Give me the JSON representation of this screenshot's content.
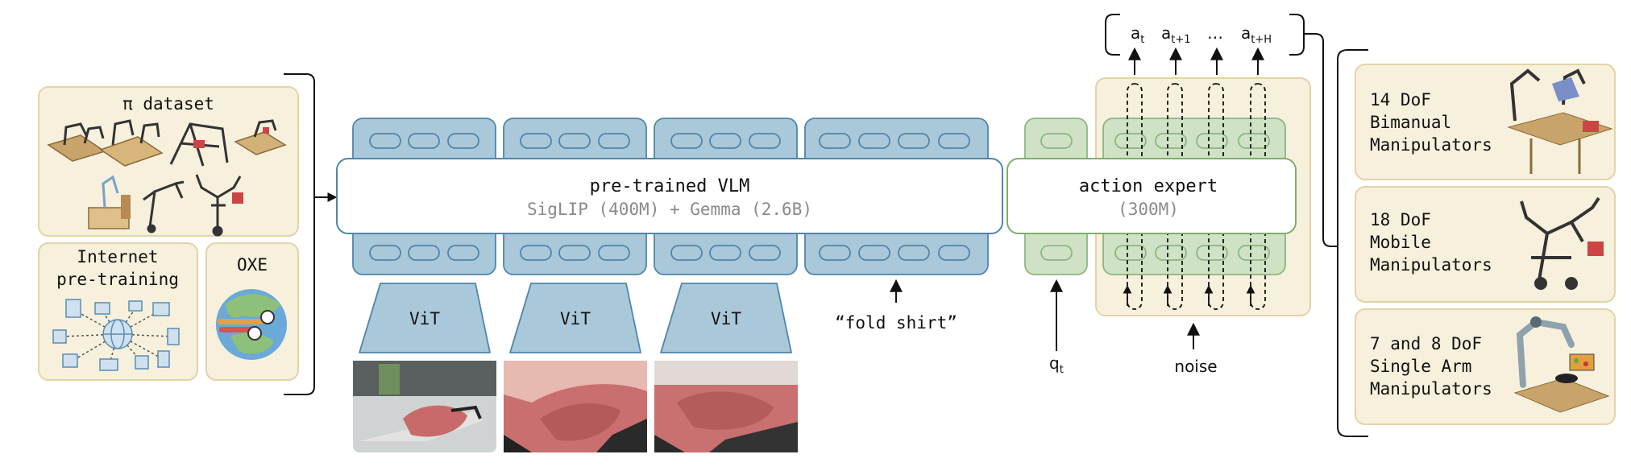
{
  "left_panel": {
    "pi_dataset": {
      "title": "π dataset"
    },
    "internet": {
      "title_line1": "Internet",
      "title_line2": "pre-training"
    },
    "oxe": {
      "title": "OXE"
    }
  },
  "vlm": {
    "title": "pre-trained VLM",
    "subtitle": "SigLIP (400M) + Gemma (2.6B)"
  },
  "encoders": {
    "vit_labels": [
      "ViT",
      "ViT",
      "ViT"
    ]
  },
  "prompt": {
    "text": "“fold shirt”"
  },
  "action_expert": {
    "title": "action expert",
    "subtitle": "(300M)"
  },
  "inputs": {
    "state_label": "q",
    "state_sub": "t",
    "noise_label": "noise"
  },
  "actions": {
    "items": [
      {
        "base": "a",
        "sub": "t"
      },
      {
        "base": "a",
        "sub": "t+1"
      },
      {
        "base": "…",
        "sub": ""
      },
      {
        "base": "a",
        "sub": "t+H"
      }
    ]
  },
  "robots": [
    {
      "line1": "14 DoF",
      "line2": "Bimanual",
      "line3": "Manipulators"
    },
    {
      "line1": "18 DoF",
      "line2": "Mobile",
      "line3": "Manipulators"
    },
    {
      "line1": "7 and 8 DoF",
      "line2": "Single Arm",
      "line3": "Manipulators"
    }
  ],
  "colors": {
    "cream_fill": "#f6f0dc",
    "cream_stroke": "#e3d3a8",
    "blue_fill": "#a9c8da",
    "blue_stroke": "#4f86a8",
    "green_fill": "#cfe2c6",
    "green_stroke": "#8db580",
    "expert_stroke": "#7fae6c"
  }
}
